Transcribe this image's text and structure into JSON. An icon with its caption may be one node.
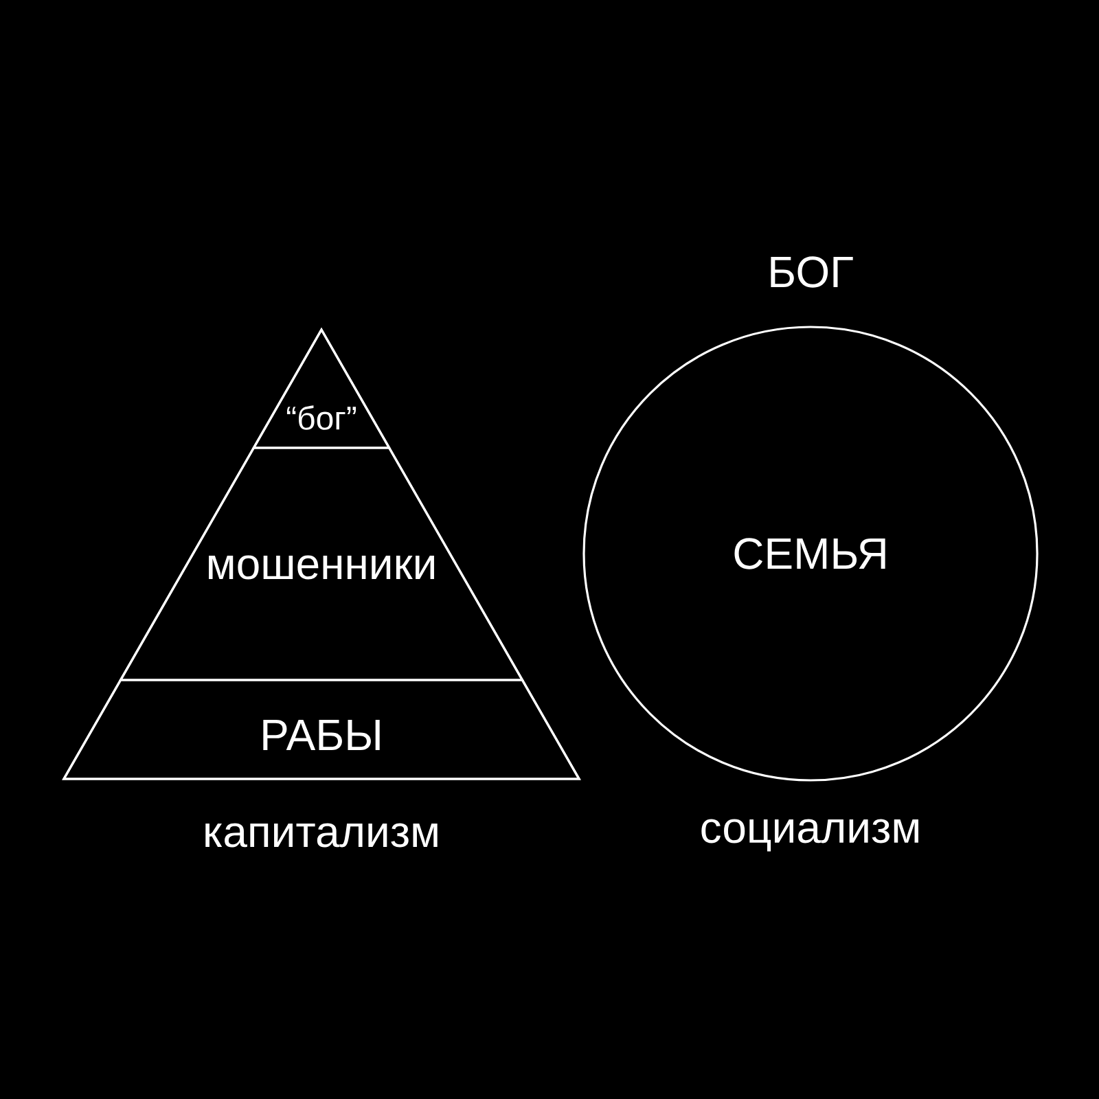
{
  "diagram": {
    "nodes": [
      {
        "text": [],
        "shape": "triangle",
        "beside": [
          "капитализм"
        ]
      },
      {
        "text": [
          "“бог”"
        ],
        "in": 0
      },
      {
        "text": [
          "мошенники"
        ],
        "in": 0
      },
      {
        "text": [
          "РАБЫ"
        ],
        "in": 0
      },
      {
        "text": [
          "БОГ",
          "СЕМЬЯ"
        ],
        "beside": [
          "социализм"
        ]
      }
    ]
  }
}
